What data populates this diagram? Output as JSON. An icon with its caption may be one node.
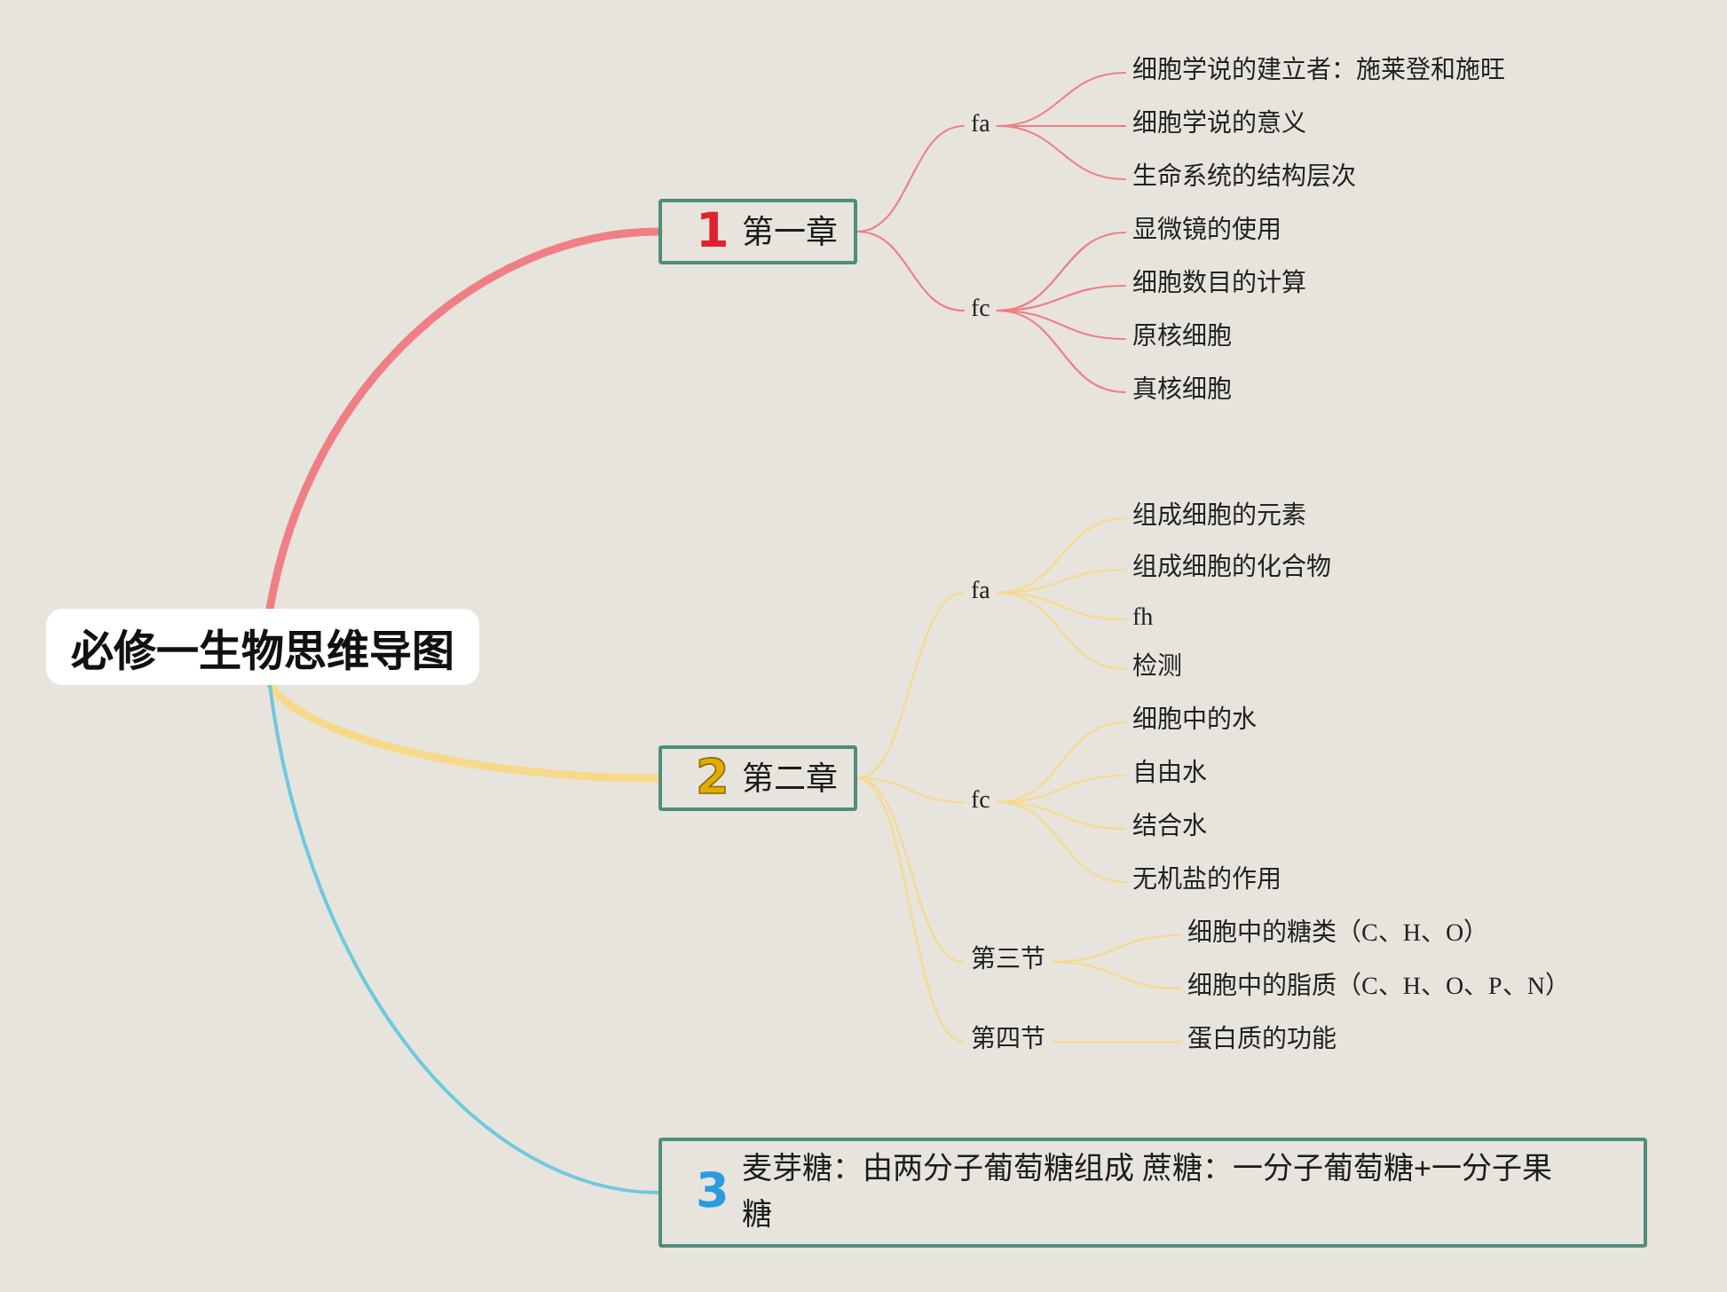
{
  "diagram": {
    "nodes": [
      {
        "text": [
          "必修一生物思维导图"
        ]
      },
      {
        "text": [
          "1",
          "第一章"
        ]
      },
      {
        "text": [
          "fa"
        ]
      },
      {
        "text": [
          "细胞学说的建立者：施莱登和施旺"
        ]
      },
      {
        "text": [
          "细胞学说的意义"
        ]
      },
      {
        "text": [
          "生命系统的结构层次"
        ]
      },
      {
        "text": [
          "fc"
        ]
      },
      {
        "text": [
          "显微镜的使用"
        ]
      },
      {
        "text": [
          "细胞数目的计算"
        ]
      },
      {
        "text": [
          "原核细胞"
        ]
      },
      {
        "text": [
          "真核细胞"
        ]
      },
      {
        "text": [
          "2",
          "第二章"
        ]
      },
      {
        "text": [
          "fa"
        ]
      },
      {
        "text": [
          "组成细胞的元素"
        ]
      },
      {
        "text": [
          "组成细胞的化合物"
        ]
      },
      {
        "text": [
          "fh"
        ]
      },
      {
        "text": [
          "检测"
        ]
      },
      {
        "text": [
          "fc"
        ]
      },
      {
        "text": [
          "细胞中的水"
        ]
      },
      {
        "text": [
          "自由水"
        ]
      },
      {
        "text": [
          "结合水"
        ]
      },
      {
        "text": [
          "无机盐的作用"
        ]
      },
      {
        "text": [
          "第三节"
        ]
      },
      {
        "text": [
          "细胞中的糖类（C、H、O）"
        ]
      },
      {
        "text": [
          "细胞中的脂质（C、H、O、P、N）"
        ]
      },
      {
        "text": [
          "第四节"
        ]
      },
      {
        "text": [
          "蛋白质的功能"
        ]
      },
      {
        "text": [
          "3",
          "麦芽糖：由两分子葡萄糖组成 蔗糖：一分子葡萄糖+一分子果糖"
        ]
      }
    ],
    "edges": [
      {
        "from": 0,
        "to": 1,
        "arrow": "none",
        "style": "thick",
        "color": "#ef7f85"
      },
      {
        "from": 1,
        "to": 2,
        "arrow": "none",
        "color": "#ef7f85"
      },
      {
        "from": 2,
        "to": 3,
        "arrow": "none",
        "color": "#ef7f85"
      },
      {
        "from": 2,
        "to": 4,
        "arrow": "none",
        "color": "#ef7f85"
      },
      {
        "from": 2,
        "to": 5,
        "arrow": "none",
        "color": "#ef7f85"
      },
      {
        "from": 1,
        "to": 6,
        "arrow": "none",
        "color": "#ef7f85"
      },
      {
        "from": 6,
        "to": 7,
        "arrow": "none",
        "color": "#ef7f85"
      },
      {
        "from": 6,
        "to": 8,
        "arrow": "none",
        "color": "#ef7f85"
      },
      {
        "from": 6,
        "to": 9,
        "arrow": "none",
        "color": "#ef7f85"
      },
      {
        "from": 6,
        "to": 10,
        "arrow": "none",
        "color": "#ef7f85"
      },
      {
        "from": 0,
        "to": 11,
        "arrow": "none",
        "style": "thick"
      },
      {
        "from": 11,
        "to": 12,
        "arrow": "none"
      },
      {
        "from": 12,
        "to": 13,
        "arrow": "none"
      },
      {
        "from": 12,
        "to": 14,
        "arrow": "none"
      },
      {
        "from": 12,
        "to": 15,
        "arrow": "none"
      },
      {
        "from": 12,
        "to": 16,
        "arrow": "none"
      },
      {
        "from": 11,
        "to": 17,
        "arrow": "none"
      },
      {
        "from": 17,
        "to": 18,
        "arrow": "none"
      },
      {
        "from": 17,
        "to": 19,
        "arrow": "none"
      },
      {
        "from": 17,
        "to": 20,
        "arrow": "none"
      },
      {
        "from": 17,
        "to": 21,
        "arrow": "none"
      },
      {
        "from": 11,
        "to": 22,
        "arrow": "none"
      },
      {
        "from": 22,
        "to": 23,
        "arrow": "none"
      },
      {
        "from": 22,
        "to": 24,
        "arrow": "none"
      },
      {
        "from": 11,
        "to": 25,
        "arrow": "none"
      },
      {
        "from": 25,
        "to": 26,
        "arrow": "none"
      },
      {
        "from": 0,
        "to": 27,
        "arrow": "none",
        "color": "#6ec9de"
      }
    ]
  }
}
